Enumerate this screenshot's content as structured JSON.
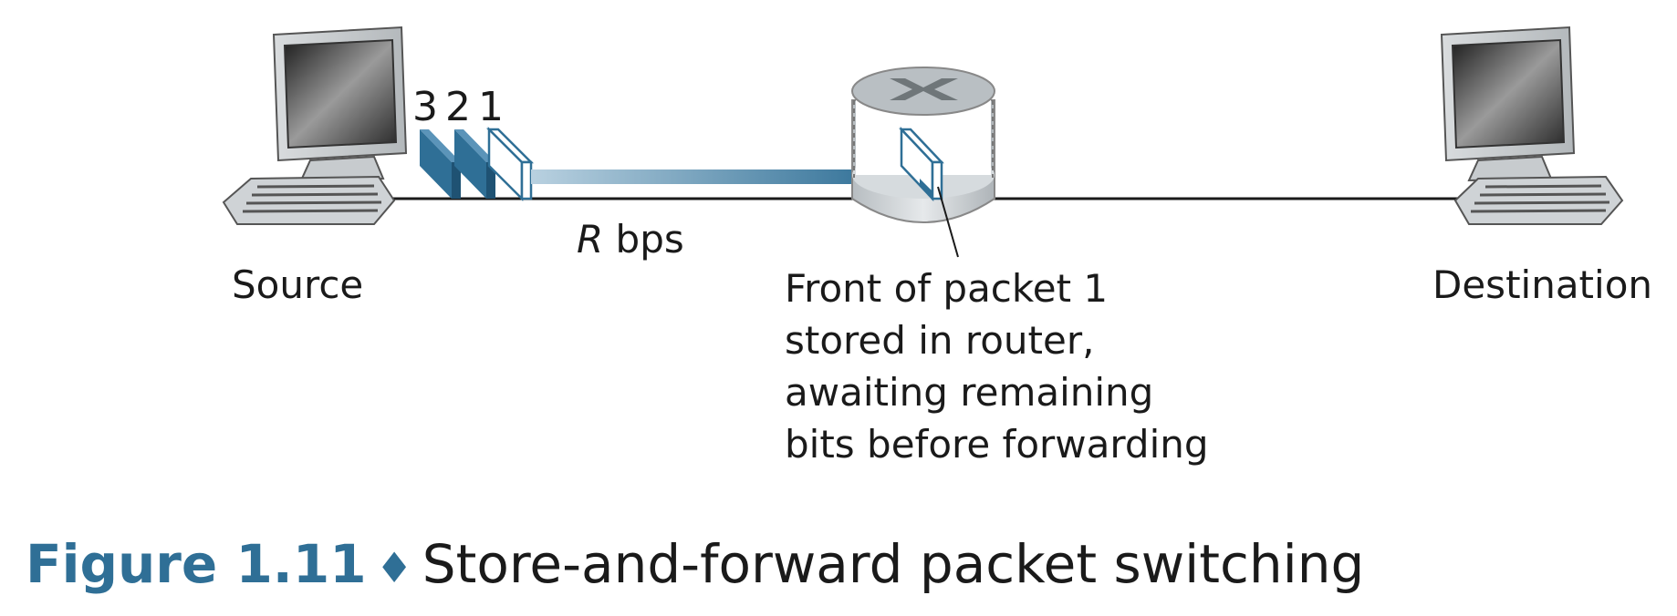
{
  "nodes": {
    "source": "Source",
    "destination": "Destination"
  },
  "packets": {
    "labels": [
      "3",
      "2",
      "1"
    ]
  },
  "link": {
    "rate_symbol": "R",
    "rate_unit": "bps"
  },
  "router_note": {
    "lines": [
      "Front of packet 1",
      "stored in router,",
      "awaiting remaining",
      "bits before forwarding"
    ]
  },
  "caption": {
    "figure": "Figure 1.11",
    "separator": "♦",
    "title": "Store-and-forward packet switching"
  },
  "colors": {
    "packet_blue": "#2f6f96",
    "caption_blue": "#2f6f96",
    "router_gray": "#c9ced1",
    "line": "#1a1a1a"
  }
}
